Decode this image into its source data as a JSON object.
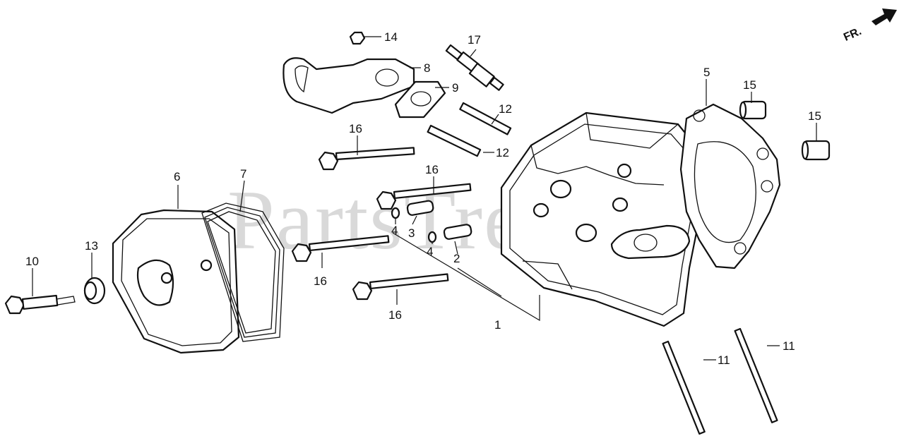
{
  "watermark": "PartsTree",
  "direction_label": "FR.",
  "callouts": [
    {
      "id": "c1",
      "text": "1"
    },
    {
      "id": "c2",
      "text": "2"
    },
    {
      "id": "c3",
      "text": "3"
    },
    {
      "id": "c4a",
      "text": "4"
    },
    {
      "id": "c4b",
      "text": "4"
    },
    {
      "id": "c5",
      "text": "5"
    },
    {
      "id": "c6",
      "text": "6"
    },
    {
      "id": "c7",
      "text": "7"
    },
    {
      "id": "c8",
      "text": "8"
    },
    {
      "id": "c9",
      "text": "9"
    },
    {
      "id": "c10",
      "text": "10"
    },
    {
      "id": "c11a",
      "text": "11"
    },
    {
      "id": "c11b",
      "text": "11"
    },
    {
      "id": "c12a",
      "text": "12"
    },
    {
      "id": "c12b",
      "text": "12"
    },
    {
      "id": "c13",
      "text": "13"
    },
    {
      "id": "c14",
      "text": "14"
    },
    {
      "id": "c15a",
      "text": "15"
    },
    {
      "id": "c15b",
      "text": "15"
    },
    {
      "id": "c16a",
      "text": "16"
    },
    {
      "id": "c16b",
      "text": "16"
    },
    {
      "id": "c16c",
      "text": "16"
    },
    {
      "id": "c16d",
      "text": "16"
    },
    {
      "id": "c17",
      "text": "17"
    }
  ]
}
